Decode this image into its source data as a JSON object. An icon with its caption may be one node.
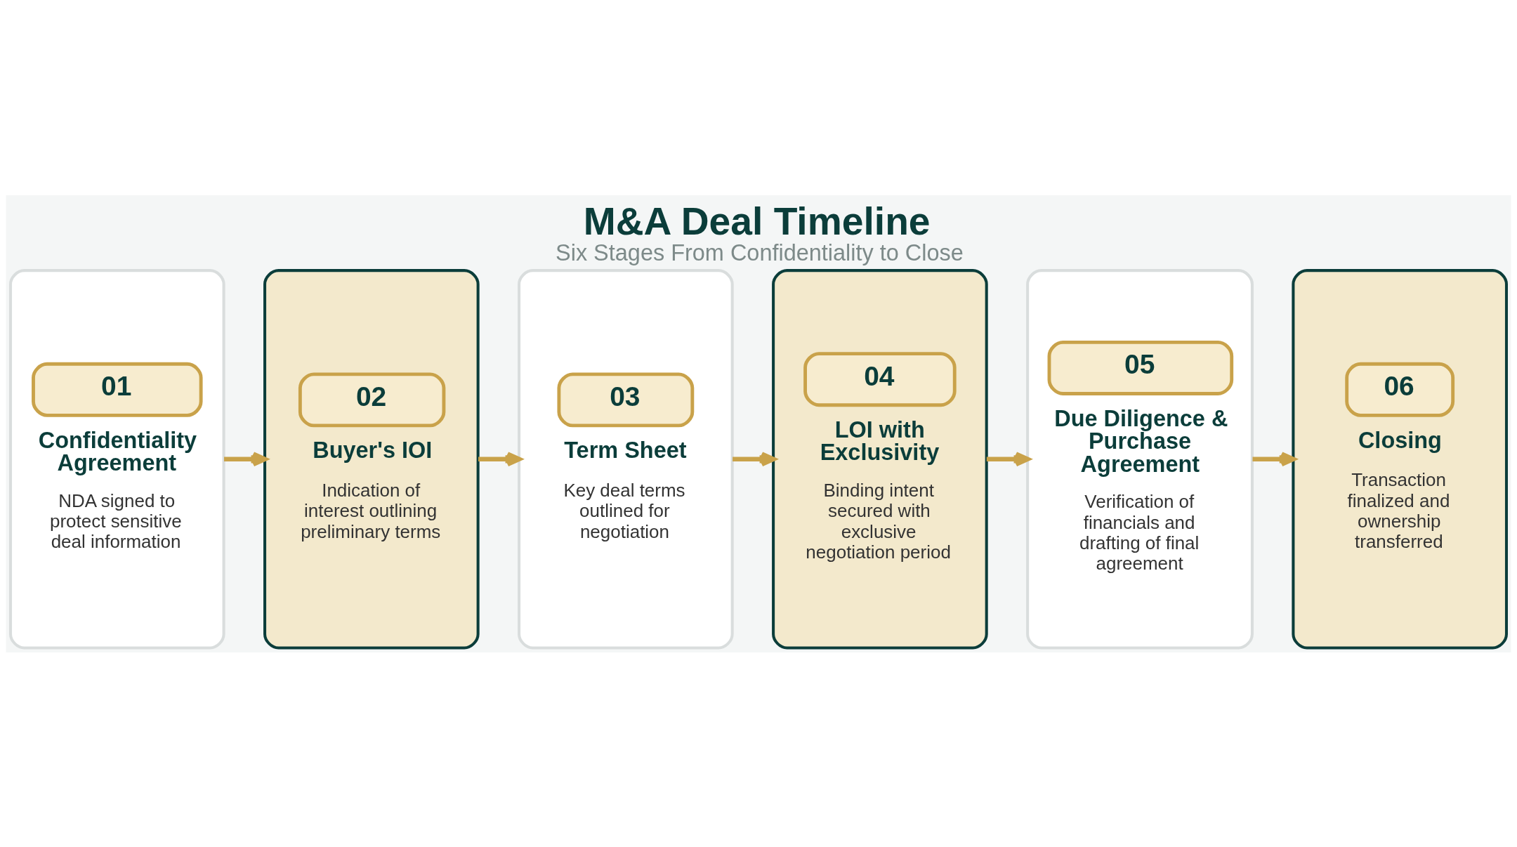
{
  "diagram": {
    "title": "M&A Deal Timeline",
    "caption": "Six Stages From Confidentiality to Close",
    "nodes": [
      {
        "text": [
          "01",
          "Confidentiality Agreement",
          "NDA signed to protect sensitive deal information"
        ]
      },
      {
        "text": [
          "02",
          "Buyer's IOI",
          "Indication of interest outlining preliminary terms"
        ]
      },
      {
        "text": [
          "03",
          "Term Sheet",
          "Key deal terms outlined for negotiation"
        ]
      },
      {
        "text": [
          "04",
          "LOI with Exclusivity",
          "Binding intent secured with exclusive negotiation period"
        ]
      },
      {
        "text": [
          "05",
          "Due Diligence & Purchase Agreement",
          "Verification of financials and drafting of final agreement"
        ]
      },
      {
        "text": [
          "06",
          "Closing",
          "Transaction finalized and ownership transferred"
        ]
      }
    ],
    "edges": [
      {
        "from": 0,
        "to": 1,
        "arrow": "to"
      },
      {
        "from": 1,
        "to": 2,
        "arrow": "to"
      },
      {
        "from": 2,
        "to": 3,
        "arrow": "to"
      },
      {
        "from": 3,
        "to": 4,
        "arrow": "to"
      },
      {
        "from": 4,
        "to": 5,
        "arrow": "to"
      }
    ]
  }
}
